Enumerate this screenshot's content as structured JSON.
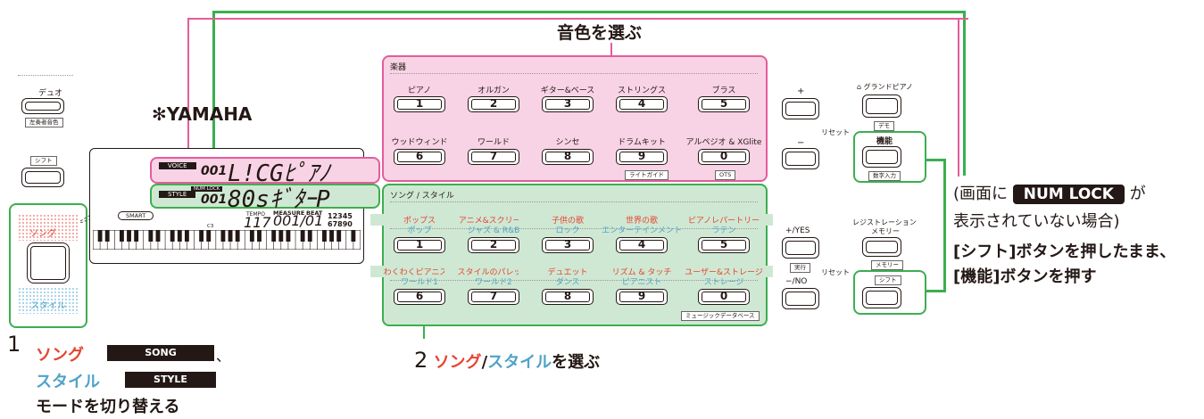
{
  "titles": {
    "voice_select": "音色を選ぶ",
    "step2_num": "2",
    "step2_song": "ソング",
    "step2_sep": "/",
    "step2_style": "スタイル",
    "step2_tail": "を選ぶ",
    "step1_num": "1",
    "step1_song": "ソング",
    "step1_song_badge": "SONG",
    "step1_comma": "、",
    "step1_style": "スタイル",
    "step1_style_badge": "STYLE",
    "step1_tail": "モードを切り替える"
  },
  "callout": {
    "line1_pre": "(画面に",
    "numlock": "NUM LOCK",
    "line1_post": "が",
    "line2": "表示されていない場合)",
    "line3": "[シフト]ボタンを押したまま、",
    "line4": "[機能]ボタンを押す"
  },
  "left_panel": {
    "duo": "デュオ",
    "duo_sub": "左奏者音色",
    "brand": "YAMAHA",
    "shift": "シフト",
    "song": "ソング",
    "style": "スタイル",
    "smart": "SMART",
    "c3": "C3"
  },
  "lcd": {
    "voice_tag": "VOICE",
    "voice_num": "001",
    "voice_name": "L!CGﾋﾟｱﾉ",
    "numlock_tag": "NUM LOCK",
    "style_tag": "STYLE",
    "style_num": "001",
    "style_name": "80sｷﾞﾀｰP",
    "tempo_label": "TEMPO",
    "measure_label": "MEASURE",
    "beat_label": "BEAT",
    "tempo": "117",
    "measure": "001/01",
    "digits_top": "12345",
    "digits_bottom": "67890"
  },
  "voice_section": {
    "heading": "楽器",
    "row1": [
      "ピアノ",
      "オルガン",
      "ギター&ベース",
      "ストリングス",
      "ブラス"
    ],
    "row1_nums": [
      "1",
      "2",
      "3",
      "4",
      "5"
    ],
    "row2": [
      "ウッドウィンド",
      "ワールド",
      "シンセ",
      "ドラムキット",
      "アルペジオ & XGlite"
    ],
    "row2_nums": [
      "6",
      "7",
      "8",
      "9",
      "0"
    ],
    "tag_light_guide": "ライトガイド",
    "tag_ots": "OTS"
  },
  "song_section": {
    "heading": "ソング / スタイル",
    "row1_song": [
      "ポップス",
      "アニメ&スクリーン",
      "子供の歌",
      "世界の歌",
      "ピアノレパートリー"
    ],
    "row1_style": [
      "ポップ",
      "ジャズ & R&B",
      "ロック",
      "エンターテインメント",
      "ラテン"
    ],
    "row1_nums": [
      "1",
      "2",
      "3",
      "4",
      "5"
    ],
    "row2_song": [
      "わくわくピアニスト",
      "スタイルのパレット",
      "デュエット",
      "リズム & タッチ",
      "ユーザー&ストレージ"
    ],
    "row2_style": [
      "ワールド1",
      "ワールド2",
      "ダンス",
      "ピアニスト",
      "ストレージ"
    ],
    "row2_nums": [
      "6",
      "7",
      "8",
      "9",
      "0"
    ],
    "tag_music_db": "ミュージックデータベース"
  },
  "right_panel": {
    "plus": "+",
    "minus": "−",
    "reset1": "リセット",
    "grand_piano": "グランドピアノ",
    "demo": "デモ",
    "function": "機能",
    "numeric": "数字入力",
    "yes": "+/YES",
    "no": "−/NO",
    "execute": "実行",
    "reset2": "リセット",
    "registration1": "レジストレーション",
    "registration2": "メモリー",
    "memory": "メモリー",
    "shift": "シフト"
  },
  "colors": {
    "pink_fill": "#f8d3e5",
    "pink_border": "#e35d9b",
    "green_fill": "#cfe8d3",
    "green_border": "#3cae50",
    "song_red": "#e5432f",
    "style_blue": "#4fa3c7"
  }
}
